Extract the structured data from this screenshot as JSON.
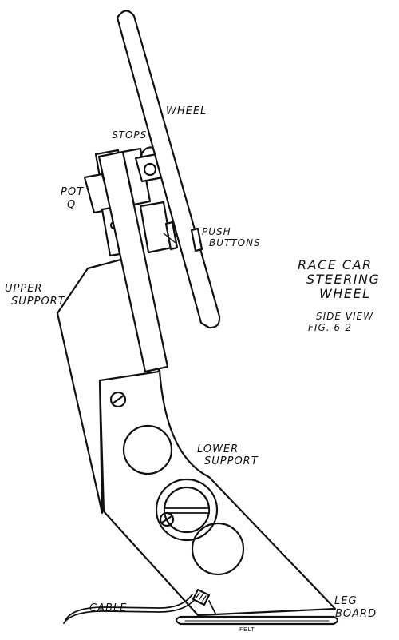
{
  "figure": {
    "title_lines": [
      "RACE CAR",
      "STEERING",
      "WHEEL"
    ],
    "view": "SIDE VIEW",
    "fig": "FIG. 6-2"
  },
  "labels": {
    "wheel": "WHEEL",
    "stops": "STOPS",
    "pot_line1": "POT",
    "pot_line2": "Q",
    "push_line1": "PUSH",
    "push_line2": "BUTTONS",
    "upper_line1": "UPPER",
    "upper_line2": "SUPPORT",
    "lower_line1": "LOWER",
    "lower_line2": "SUPPORT",
    "cable": "CABLE",
    "leg_line1": "LEG",
    "leg_line2": "BOARD",
    "felt": "FELT"
  }
}
